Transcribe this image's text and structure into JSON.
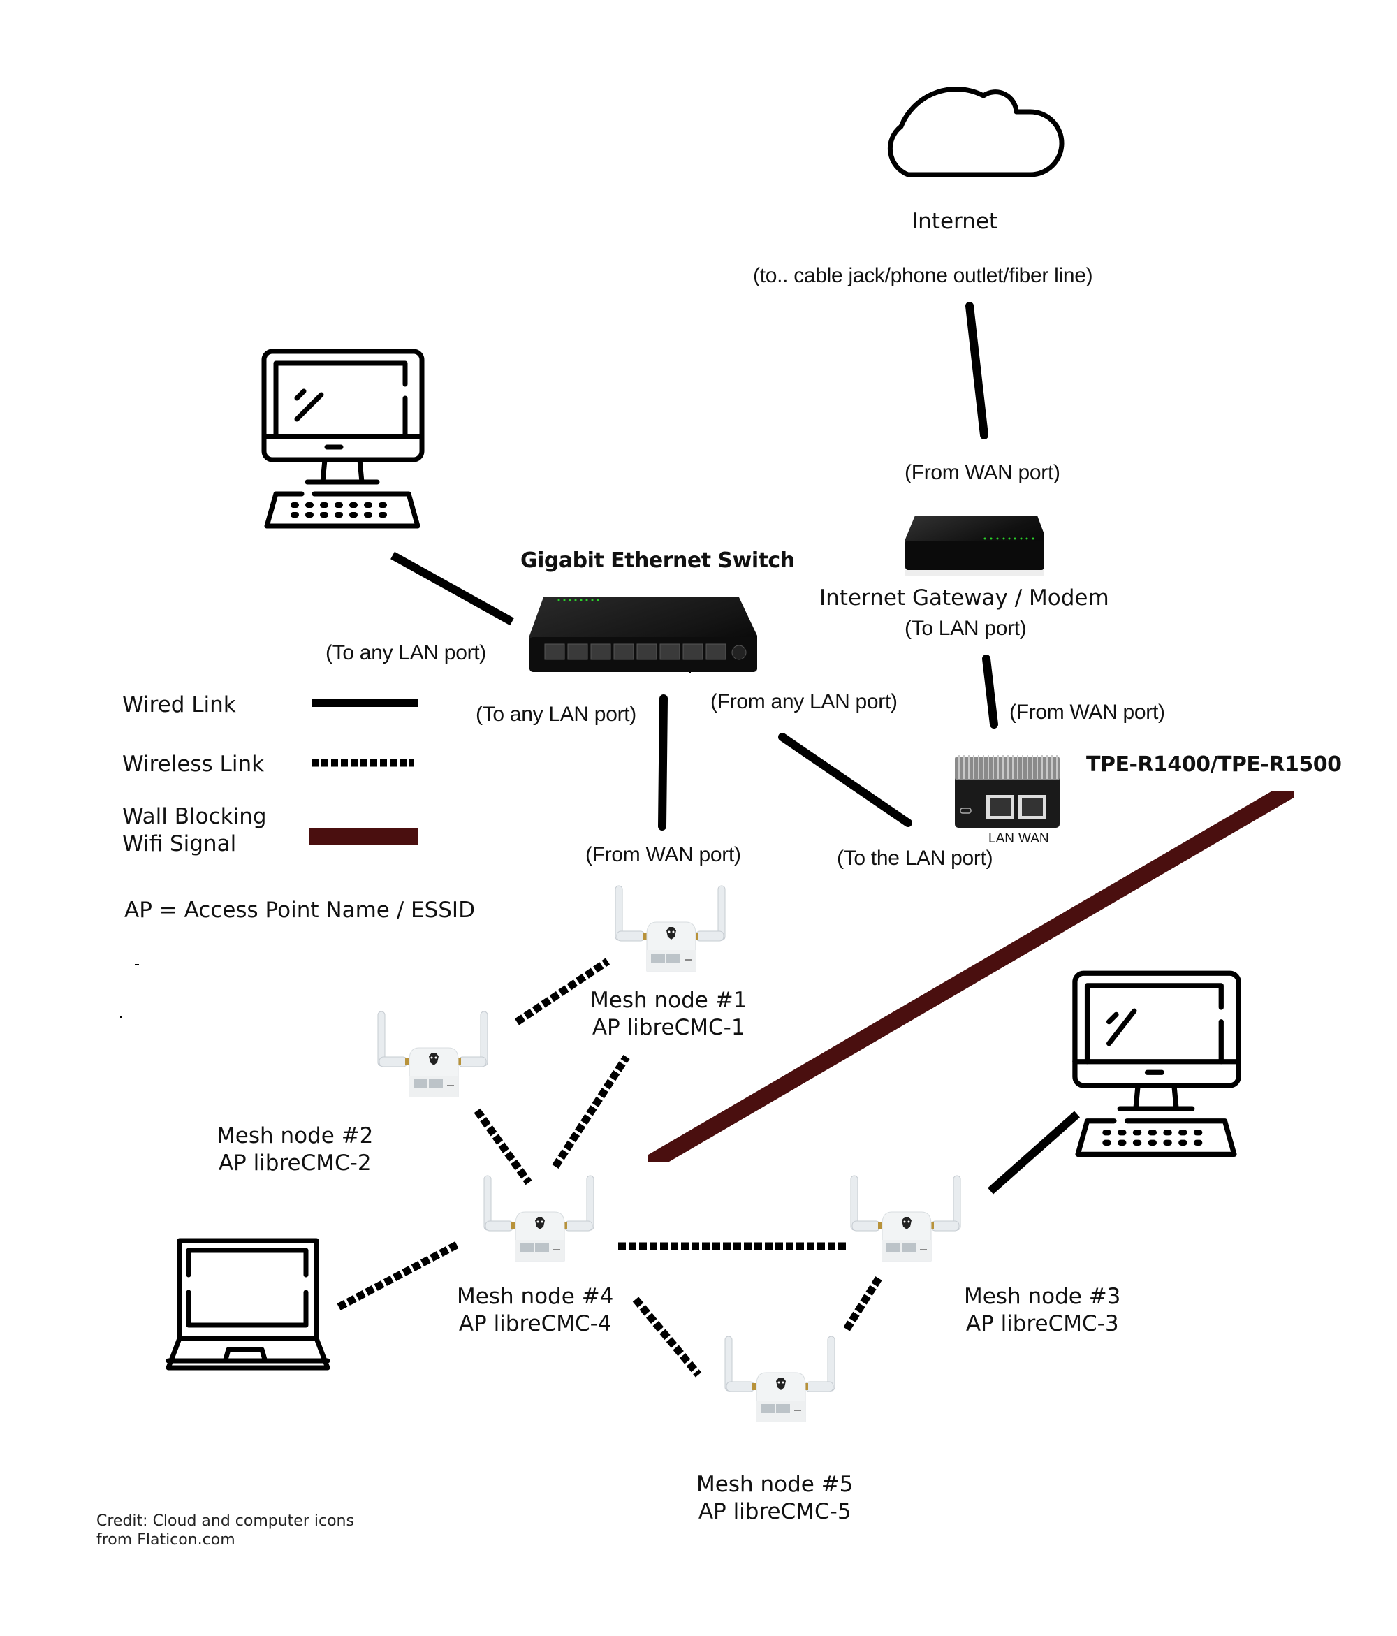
{
  "internet": {
    "label": "Internet",
    "sublabel": "(to.. cable jack/phone outlet/fiber line)"
  },
  "modem": {
    "top_port": "(From WAN port)",
    "label": "Internet Gateway / Modem",
    "bottom_port": "(To LAN port)"
  },
  "router": {
    "label": "TPE-R1400/TPE-R1500",
    "top_port": "(From WAN port)",
    "port_labels": [
      "LAN",
      "WAN"
    ],
    "lan_port_note": "(To the LAN port)"
  },
  "switch": {
    "label": "Gigabit Ethernet Switch",
    "left_port": "(To any LAN port)",
    "down_port": "(To any LAN port)",
    "right_port": "(From any LAN port)"
  },
  "legend": {
    "items": [
      {
        "label": "Wired Link",
        "style": "wired"
      },
      {
        "label": "Wireless Link",
        "style": "wireless"
      },
      {
        "label": "Wall Blocking\nWifi Signal",
        "style": "wall"
      }
    ],
    "ap_note": "AP = Access Point Name / ESSID",
    "colors": {
      "wired": "#000000",
      "wireless": "#000000",
      "wall": "#4a0f0f"
    }
  },
  "mesh_nodes": [
    {
      "id": 1,
      "name": "Mesh node #1",
      "ap": "AP libreCMC-1",
      "uplink_port": "(From WAN port)"
    },
    {
      "id": 2,
      "name": "Mesh node #2",
      "ap": "AP libreCMC-2"
    },
    {
      "id": 3,
      "name": "Mesh node #3",
      "ap": "AP libreCMC-3"
    },
    {
      "id": 4,
      "name": "Mesh node #4",
      "ap": "AP libreCMC-4"
    },
    {
      "id": 5,
      "name": "Mesh node #5",
      "ap": "AP libreCMC-5"
    }
  ],
  "links": [
    {
      "from": "internet",
      "to": "modem",
      "type": "wired"
    },
    {
      "from": "modem",
      "to": "router",
      "type": "wired"
    },
    {
      "from": "desktop-1",
      "to": "switch",
      "type": "wired"
    },
    {
      "from": "switch",
      "to": "router",
      "type": "wired"
    },
    {
      "from": "switch",
      "to": "mesh-1",
      "type": "wired"
    },
    {
      "from": "mesh-1",
      "to": "mesh-2",
      "type": "wireless"
    },
    {
      "from": "mesh-1",
      "to": "mesh-4",
      "type": "wireless"
    },
    {
      "from": "mesh-2",
      "to": "mesh-4",
      "type": "wireless"
    },
    {
      "from": "mesh-4",
      "to": "mesh-3",
      "type": "wireless"
    },
    {
      "from": "mesh-4",
      "to": "mesh-5",
      "type": "wireless"
    },
    {
      "from": "mesh-3",
      "to": "mesh-5",
      "type": "wireless"
    },
    {
      "from": "laptop",
      "to": "mesh-4",
      "type": "wireless"
    },
    {
      "from": "mesh-3",
      "to": "desktop-2",
      "type": "wired"
    }
  ],
  "credit": "Credit: Cloud and computer icons\nfrom Flaticon.com"
}
